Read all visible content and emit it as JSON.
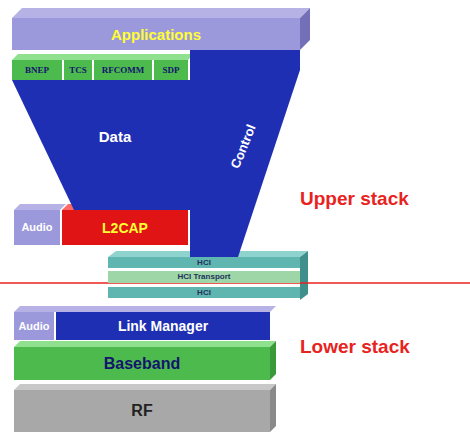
{
  "diagram": {
    "nodes": [
      {
        "text": [
          "Applications"
        ]
      },
      {
        "text": [
          "BNEP"
        ]
      },
      {
        "text": [
          "TCS"
        ]
      },
      {
        "text": [
          "RFCOMM"
        ]
      },
      {
        "text": [
          "SDP"
        ]
      },
      {
        "text": [
          "Data"
        ]
      },
      {
        "text": [
          "Control"
        ]
      },
      {
        "text": [
          "Audio"
        ]
      },
      {
        "text": [
          "L2CAP"
        ]
      },
      {
        "text": [
          "HCI"
        ]
      },
      {
        "text": [
          "HCI Transport"
        ]
      },
      {
        "text": [
          "HCI"
        ]
      },
      {
        "text": [
          "Audio"
        ]
      },
      {
        "text": [
          "Link Manager"
        ]
      },
      {
        "text": [
          "Baseband"
        ]
      },
      {
        "text": [
          "RF"
        ]
      }
    ],
    "labels": [
      "Upper stack",
      "Lower stack"
    ]
  }
}
